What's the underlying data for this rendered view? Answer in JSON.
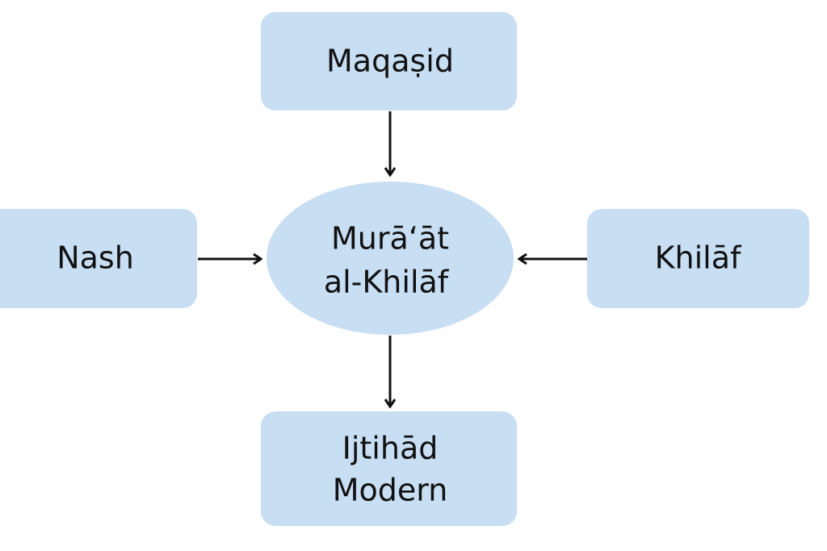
{
  "nodes": {
    "top": {
      "label": "Maqaṣid"
    },
    "left": {
      "label": "Nash"
    },
    "right": {
      "label": "Khilāf"
    },
    "center": {
      "line1": "Murāʻāt",
      "line2": "al-Khilāf"
    },
    "bottom": {
      "line1": "Ijtihād",
      "line2": "Modern"
    }
  },
  "edges": [
    {
      "from": "Maqaṣid",
      "to": "Murāʻāt al-Khilāf"
    },
    {
      "from": "Nash",
      "to": "Murāʻāt al-Khilāf"
    },
    {
      "from": "Khilāf",
      "to": "Murāʻāt al-Khilāf"
    },
    {
      "from": "Murāʻāt al-Khilāf",
      "to": "Ijtihād Modern"
    }
  ],
  "colors": {
    "node_fill": "#C8DEF3",
    "stroke": "#111111"
  }
}
